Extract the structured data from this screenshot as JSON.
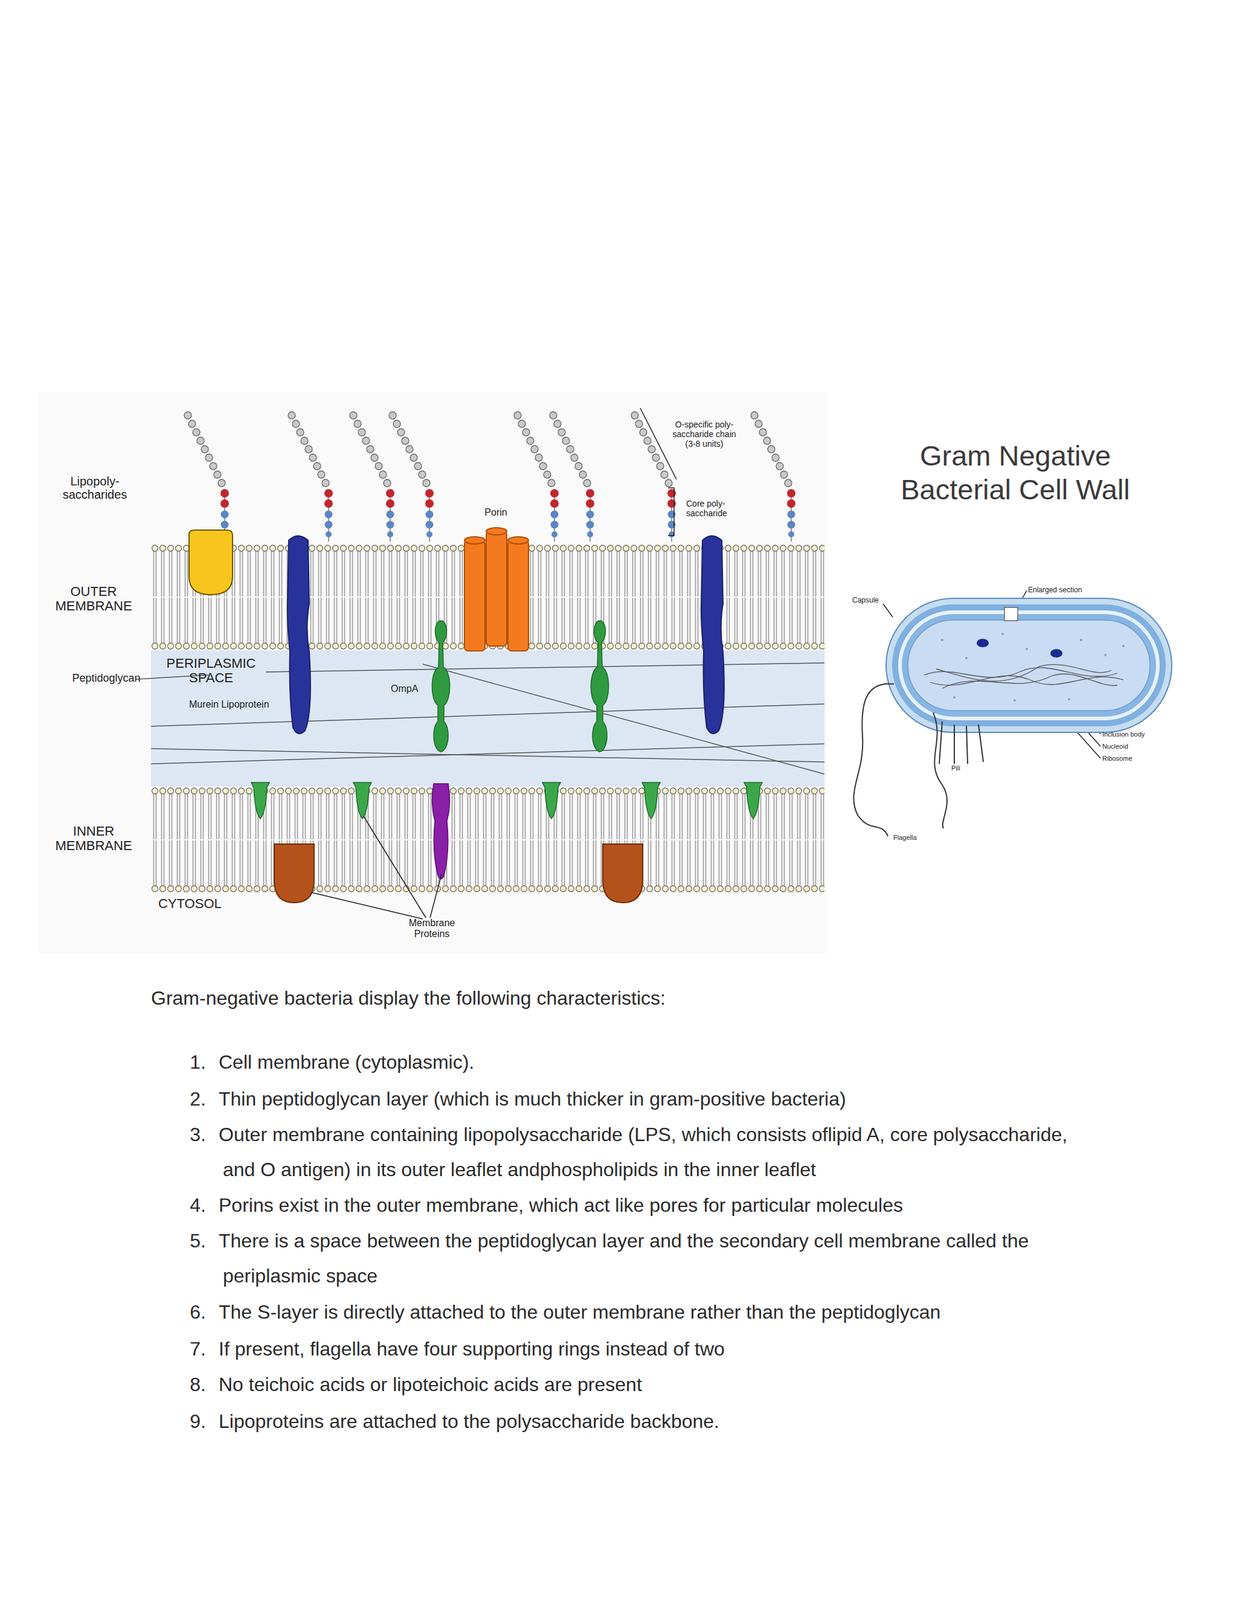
{
  "diagram": {
    "title": "Gram Negative Bacterial Cell Wall",
    "labels": [
      "Lipopoly- saccharides",
      "OUTER MEMBRANE",
      "Peptidoglycan",
      "PERIPLASMIC SPACE",
      "Murein Lipoprotein",
      "OmpA",
      "INNER MEMBRANE",
      "CYTOSOL",
      "Membrane Proteins",
      "Porin",
      "O-specific poly- saccharide chain (3-8 units)",
      "Core poly- saccharide",
      "Capsule",
      "Enlarged section",
      "Inclusion body",
      "Nucleoid",
      "Ribosome",
      "Pili",
      "Flagella",
      "Gram-negative bacteria display the following characteristics:",
      "1.",
      "Cell membrane (cytoplasmic).",
      "2.",
      "Thin peptidoglycan layer (which is much thicker in gram-positive bacteria)",
      "3.",
      "Outer membrane containing lipopolysaccharide (LPS, which consists oflipid A, core polysaccharide, and O antigen) in its outer leaflet andphospholipids in the inner leaflet",
      "4.",
      "Porins exist in the outer membrane, which act like pores for particular molecules",
      "5.",
      "There is a space between the peptidoglycan layer and the secondary cell membrane called the periplasmic space",
      "6.",
      "The S-layer is directly attached to the outer membrane rather than the peptidoglycan",
      "7.",
      "If present, flagella have four supporting rings instead of two",
      "8.",
      "No teichoic acids or lipoteichoic acids are present",
      "9.",
      "Lipoproteins are attached to the polysaccharide backbone."
    ]
  }
}
